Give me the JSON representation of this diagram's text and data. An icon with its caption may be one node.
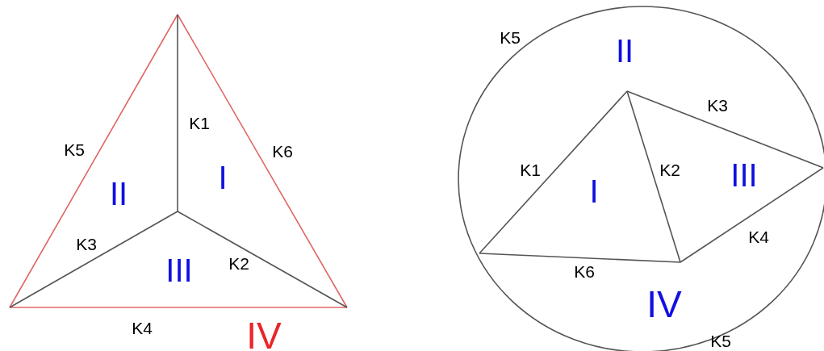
{
  "diagram": {
    "labels": [
      "K5",
      "K1",
      "K6",
      "II",
      "I",
      "K3",
      "III",
      "K2",
      "K4",
      "IV",
      "K5",
      "II",
      "K3",
      "K1",
      "K2",
      "I",
      "III",
      "K4",
      "K6",
      "IV",
      "K5"
    ]
  }
}
